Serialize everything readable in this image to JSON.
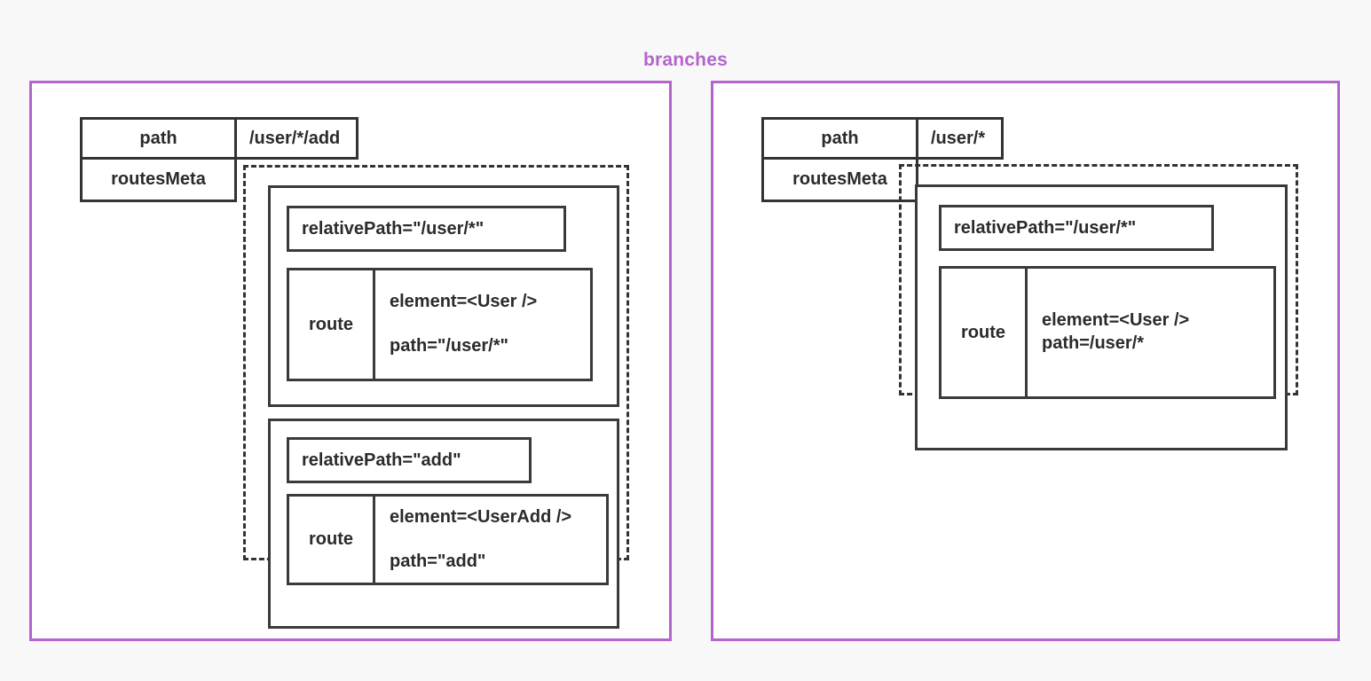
{
  "title": "branches",
  "colors": {
    "panel_border": "#b464cd",
    "title": "#b464cd",
    "box_border": "#333333",
    "page_background": "#f8f8f8"
  },
  "panels": [
    {
      "id": "left",
      "meta": {
        "key_path_label": "path",
        "path_value": "/user/*/add",
        "key_routes_meta_label": "routesMeta"
      },
      "branches": [
        {
          "relative_path": "relativePath=\"/user/*\"",
          "route_label": "route",
          "route_attrs": [
            "element=<User />",
            "path=\"/user/*\""
          ],
          "attr_spacing": "spaced"
        },
        {
          "relative_path": "relativePath=\"add\"",
          "route_label": "route",
          "route_attrs": [
            "element=<UserAdd />",
            "path=\"add\""
          ],
          "attr_spacing": "spaced"
        }
      ]
    },
    {
      "id": "right",
      "meta": {
        "key_path_label": "path",
        "path_value": "/user/*",
        "key_routes_meta_label": "routesMeta"
      },
      "branches": [
        {
          "relative_path": "relativePath=\"/user/*\"",
          "route_label": "route",
          "route_attrs": [
            "element=<User />",
            "path=/user/*"
          ],
          "attr_spacing": "tight"
        }
      ]
    }
  ]
}
